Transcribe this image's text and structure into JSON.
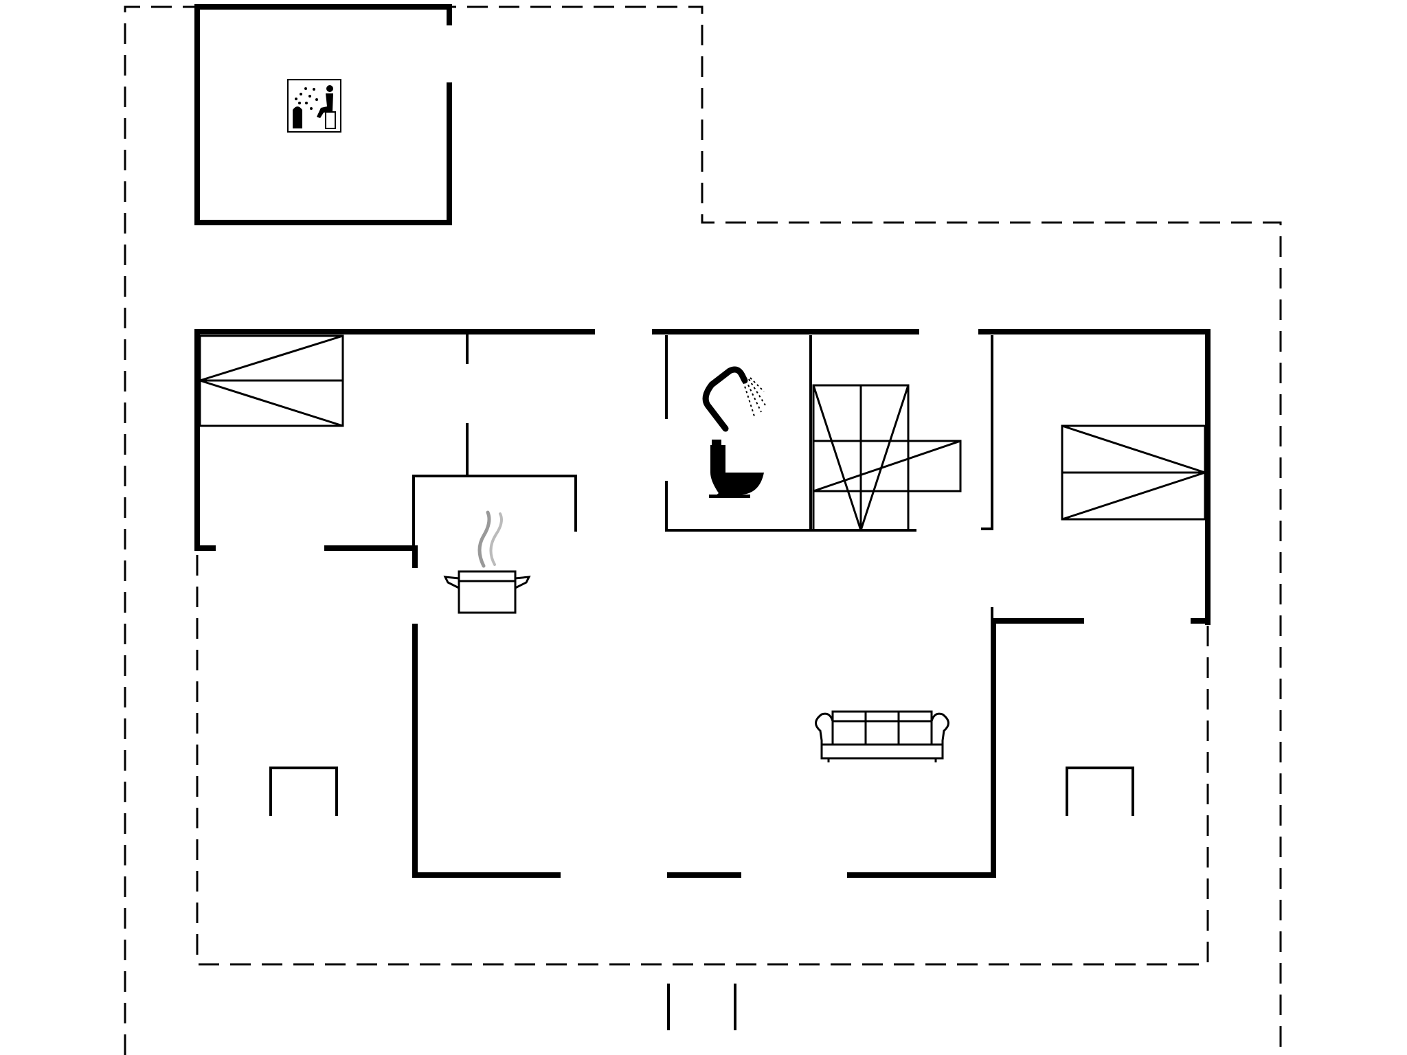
{
  "floor_plan": {
    "rooms": [
      {
        "id": "sauna",
        "icon": "sauna-icon"
      },
      {
        "id": "bedroom-left",
        "furniture": [
          "bed",
          "door"
        ]
      },
      {
        "id": "kitchen",
        "icon": "cooking-pot-icon"
      },
      {
        "id": "bathroom",
        "icons": [
          "shower-icon",
          "toilet-icon"
        ]
      },
      {
        "id": "stairwell",
        "icon": "staircase-icon"
      },
      {
        "id": "bedroom-right",
        "furniture": [
          "bed",
          "door"
        ]
      },
      {
        "id": "living-room",
        "icon": "sofa-icon"
      }
    ],
    "outdoor": [
      "terrace-outline",
      "plot-outline",
      "entrance-steps"
    ]
  }
}
